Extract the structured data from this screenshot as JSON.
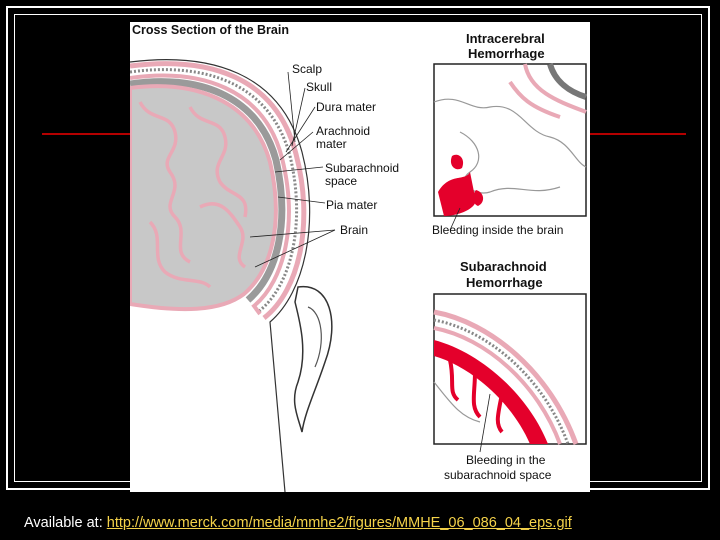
{
  "diagram": {
    "title": "Cross Section of the Brain",
    "labels": {
      "scalp": "Scalp",
      "skull": "Skull",
      "dura": "Dura mater",
      "arachnoid_1": "Arachnoid",
      "arachnoid_2": "mater",
      "subarachnoid_1": "Subarachnoid",
      "subarachnoid_2": "space",
      "pia": "Pia mater",
      "brain": "Brain"
    },
    "insets": {
      "intracerebral": {
        "title_1": "Intracerebral",
        "title_2": "Hemorrhage",
        "caption": "Bleeding inside the brain"
      },
      "subarachnoid": {
        "title_1": "Subarachnoid",
        "title_2": "Hemorrhage",
        "caption_1": "Bleeding in the",
        "caption_2": "subarachnoid space"
      }
    }
  },
  "colors": {
    "background": "#000000",
    "frame": "#ffffff",
    "rule": "#b40000",
    "membrane_pink": "#e9a9b6",
    "blood_red": "#e4002b",
    "gray_matter": "#c8c8c8"
  },
  "footer": {
    "prefix": "Available at:",
    "link": "http://www.merck.com/media/mmhe2/figures/MMHE_06_086_04_eps.gif"
  }
}
